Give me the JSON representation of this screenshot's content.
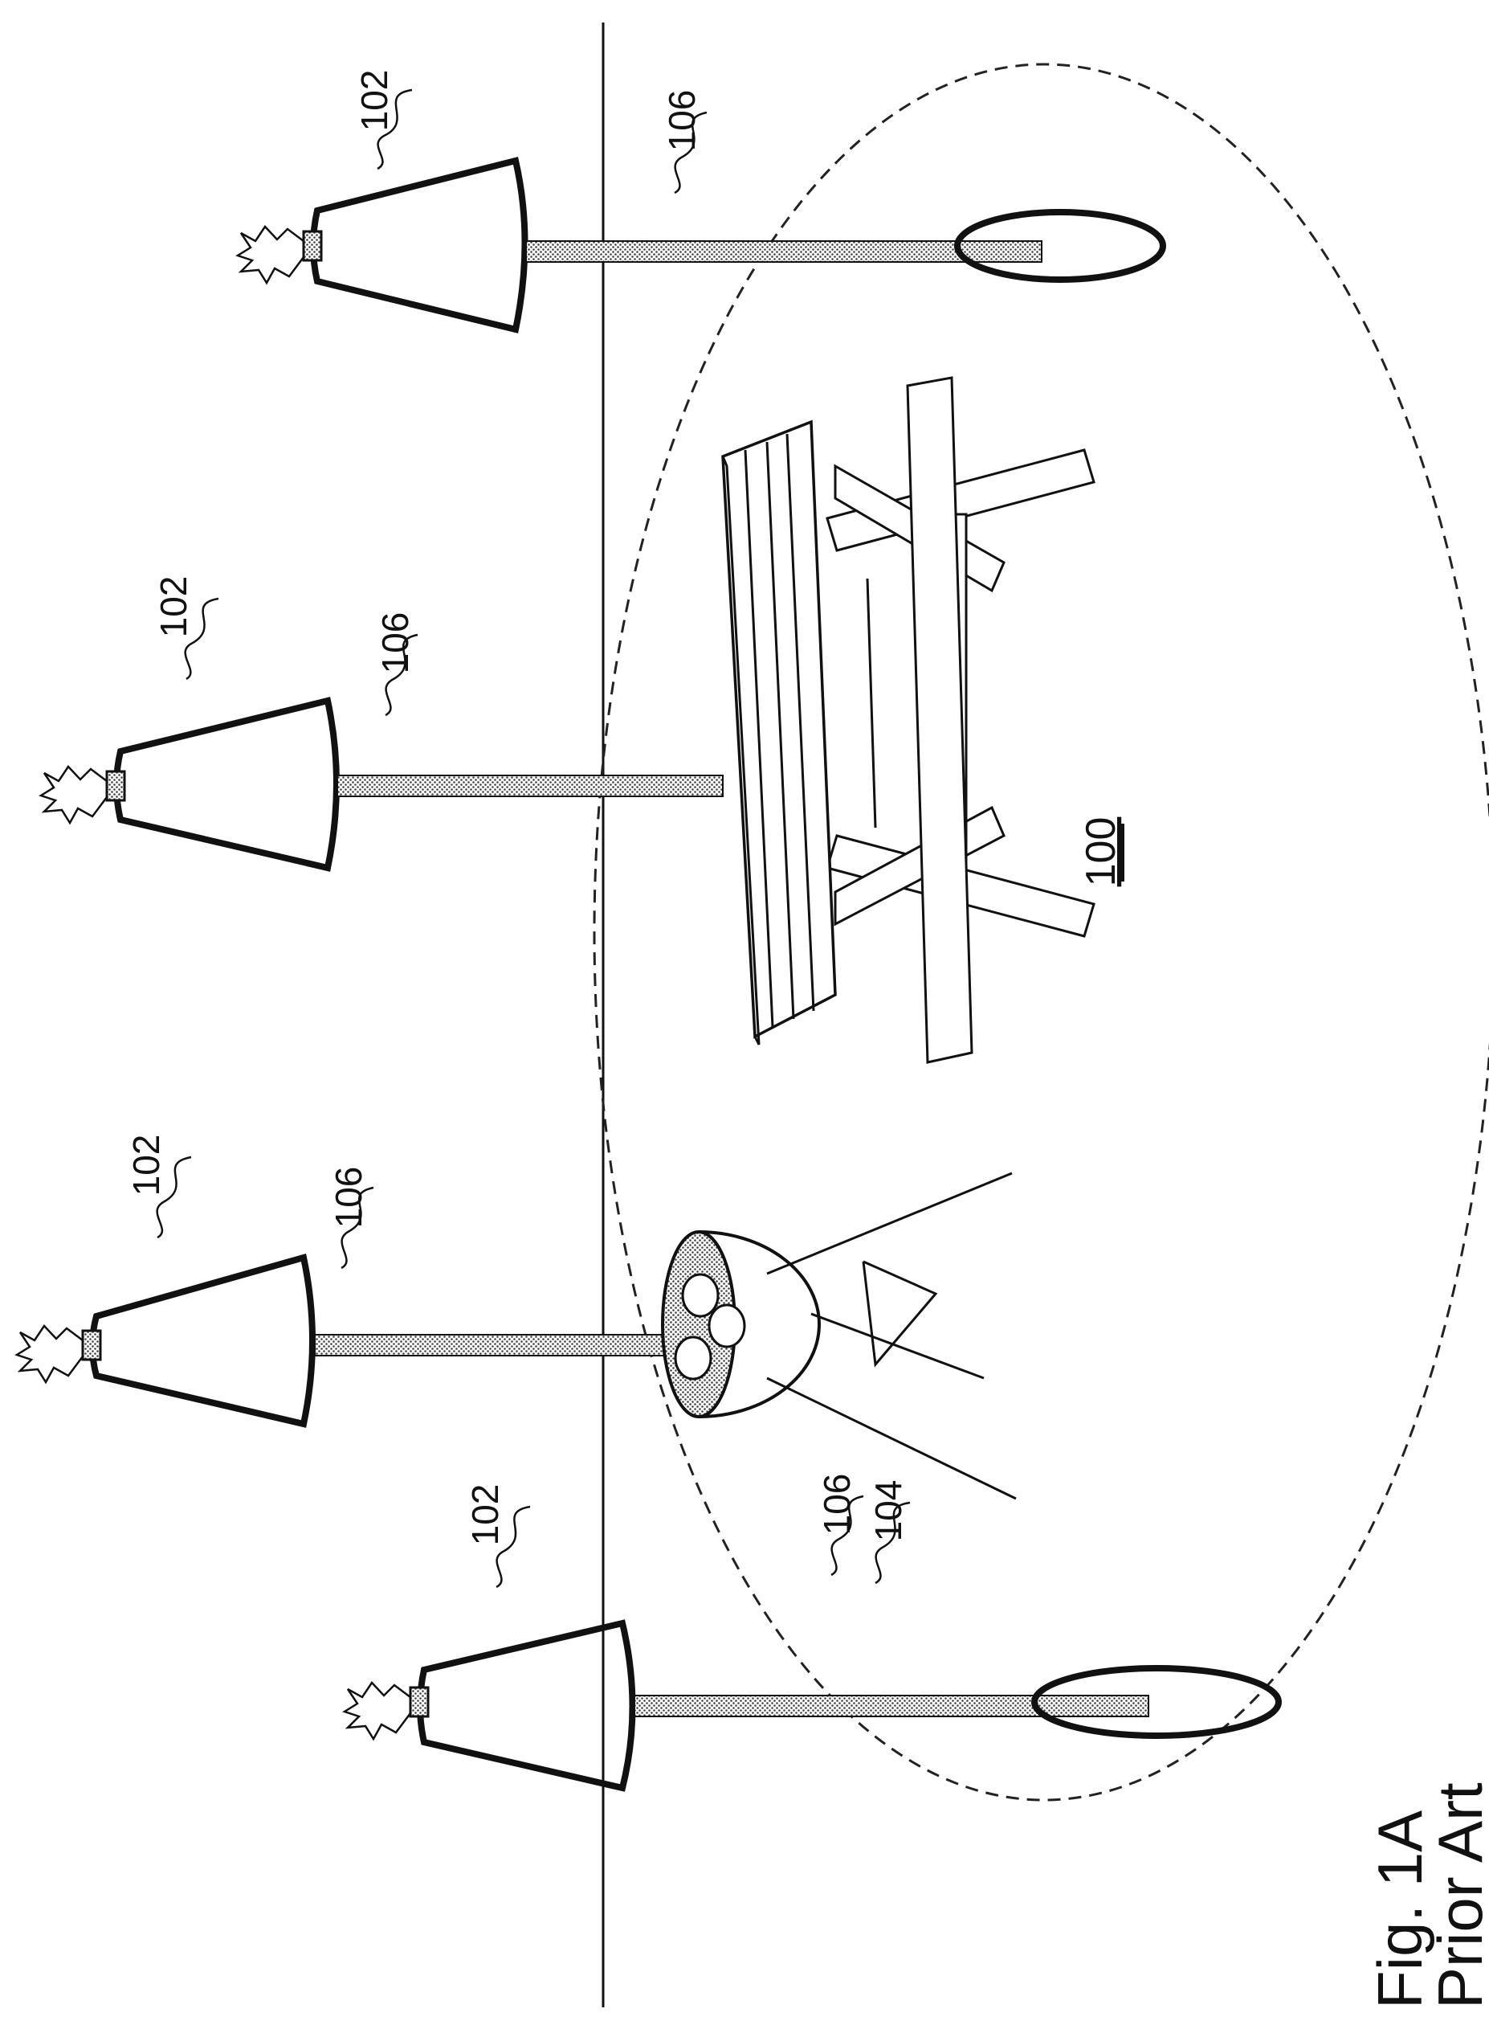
{
  "figure": {
    "caption_line1": "Fig. 1A",
    "caption_line2": "Prior Art",
    "area_label": "100",
    "heater_labels": [
      "102",
      "102",
      "102",
      "102"
    ],
    "pole_labels": [
      "106",
      "106",
      "106",
      "106"
    ],
    "base_label": "104"
  },
  "colors": {
    "ink": "#111111",
    "pole_fill": "#555555",
    "background": "#ffffff"
  }
}
